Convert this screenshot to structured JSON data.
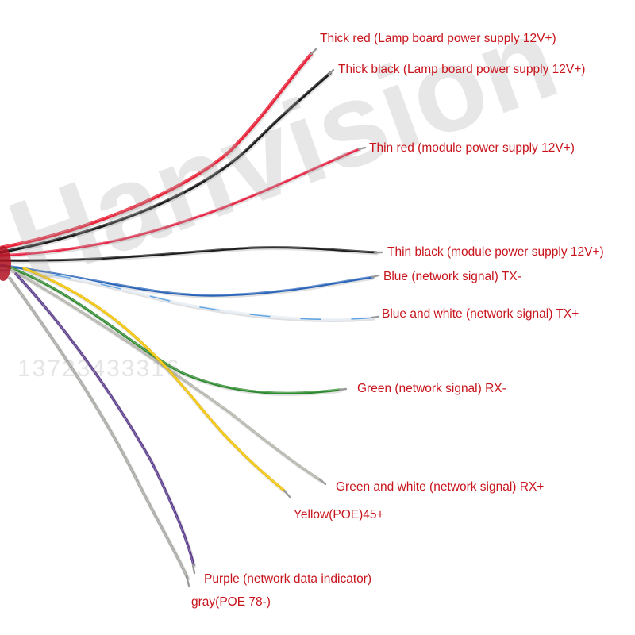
{
  "wires": [
    {
      "id": "thick-red",
      "label": "Thick  red (Lamp board power supply 12V+)",
      "color": "#e8243a",
      "stripe": null
    },
    {
      "id": "thick-black",
      "label": "Thick  black (Lamp board power supply 12V+)",
      "color": "#1a1a1a",
      "stripe": null
    },
    {
      "id": "thin-red",
      "label": "Thin red (module power supply 12V+)",
      "color": "#e62646",
      "stripe": null
    },
    {
      "id": "thin-black",
      "label": "Thin black (module power supply 12V+)",
      "color": "#1c1c1c",
      "stripe": null
    },
    {
      "id": "blue",
      "label": "Blue (network signal) TX-",
      "color": "#2a64b8",
      "stripe": null
    },
    {
      "id": "blue-white",
      "label": "Blue and white (network signal) TX+",
      "color": "#e8eef6",
      "stripe": "#5aa0e0"
    },
    {
      "id": "green",
      "label": "Green (network signal) RX-",
      "color": "#2e8a2e",
      "stripe": null
    },
    {
      "id": "green-white",
      "label": "Green and white (network signal) RX+",
      "color": "#b4b4ac",
      "stripe": null
    },
    {
      "id": "yellow",
      "label": "Yellow(POE)45+",
      "color": "#f2c200",
      "stripe": null
    },
    {
      "id": "purple",
      "label": "Purple (network data indicator)",
      "color": "#5a3a8c",
      "stripe": null
    },
    {
      "id": "gray",
      "label": "gray(POE 78-)",
      "color": "#a8a8a4",
      "stripe": null
    }
  ],
  "watermark": {
    "brand": "Hanvision",
    "phone": "13723433316"
  },
  "colors": {
    "label_text": "#c8141c",
    "copper_tip": "#c08a50",
    "metal_tip": "#9a9a9a"
  }
}
